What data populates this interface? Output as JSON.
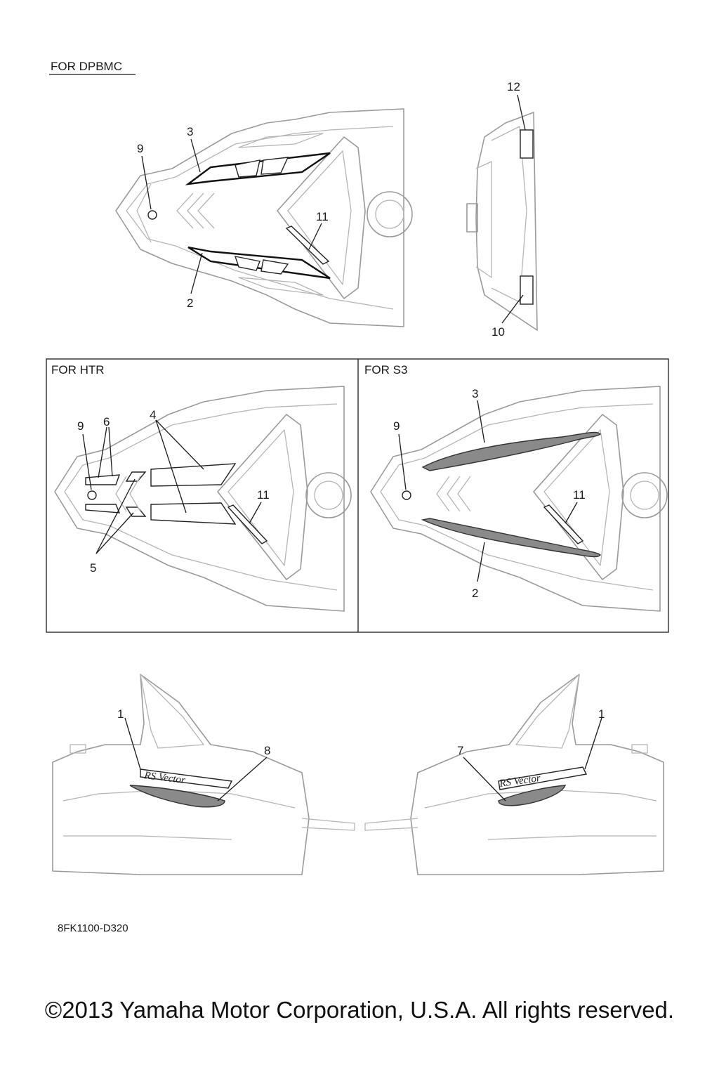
{
  "sections": {
    "dpbmc": {
      "title": "FOR DPBMC"
    },
    "htr": {
      "title": "FOR HTR"
    },
    "s3": {
      "title": "FOR S3"
    }
  },
  "callouts": {
    "dpbmc": [
      "9",
      "3",
      "11",
      "2",
      "12",
      "10"
    ],
    "htr": [
      "9",
      "6",
      "4",
      "11",
      "5"
    ],
    "s3": [
      "3",
      "9",
      "11",
      "2"
    ],
    "side": [
      "1",
      "8",
      "7",
      "1"
    ]
  },
  "decal_logo_text": "RS Vector",
  "diagram_code": "8FK1100-D320",
  "copyright": "©2013 Yamaha Motor Corporation, U.S.A. All rights reserved."
}
